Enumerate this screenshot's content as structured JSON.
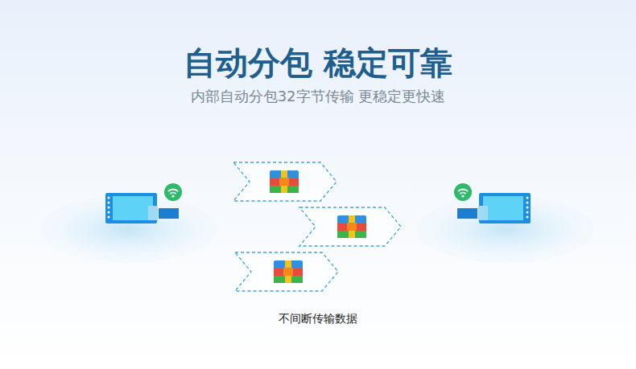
{
  "diagram": {
    "title": "自动分包 稳定可靠",
    "caption": "不间断传输数据",
    "labels": [
      "内部自动分包32字节传输 更稳定更快速"
    ]
  }
}
